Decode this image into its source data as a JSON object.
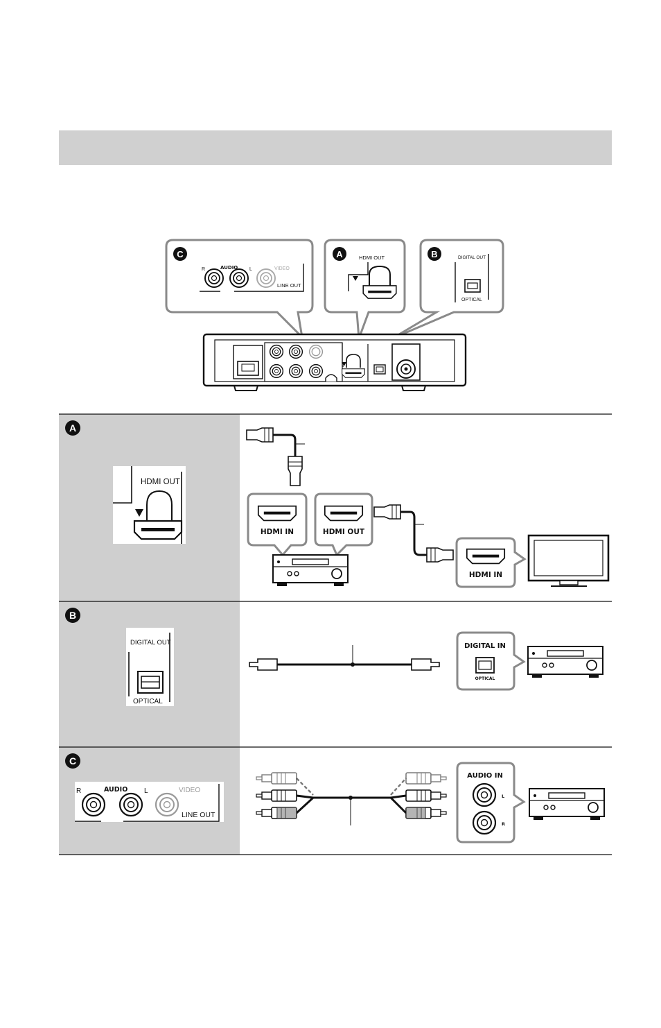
{
  "badges": {
    "a": "A",
    "b": "B",
    "c": "C"
  },
  "callouts": {
    "c": {
      "r": "R",
      "audio": "AUDIO",
      "l": "L",
      "video": "VIDEO",
      "line_out": "LINE OUT"
    },
    "a": {
      "hdmi_out": "HDMI OUT"
    },
    "b": {
      "digital_out": "DIGITAL OUT",
      "optical": "OPTICAL"
    }
  },
  "row_a": {
    "port_hdmi_out": "HDMI OUT",
    "amp_hdmi_in": "HDMI IN",
    "amp_hdmi_out": "HDMI OUT",
    "tv_hdmi_in": "HDMI IN"
  },
  "row_b": {
    "port_digital_out": "DIGITAL OUT",
    "port_optical": "OPTICAL",
    "amp_digital_in": "DIGITAL IN",
    "amp_optical": "OPTICAL"
  },
  "row_c": {
    "r": "R",
    "audio": "AUDIO",
    "l": "L",
    "video": "VIDEO",
    "line_out": "LINE OUT",
    "audio_in": "AUDIO IN",
    "jack_l": "L",
    "jack_r": "R"
  },
  "colors": {
    "header_bar": "#d0d0d0",
    "left_panel": "#cfcfcf",
    "ink": "#111111"
  }
}
